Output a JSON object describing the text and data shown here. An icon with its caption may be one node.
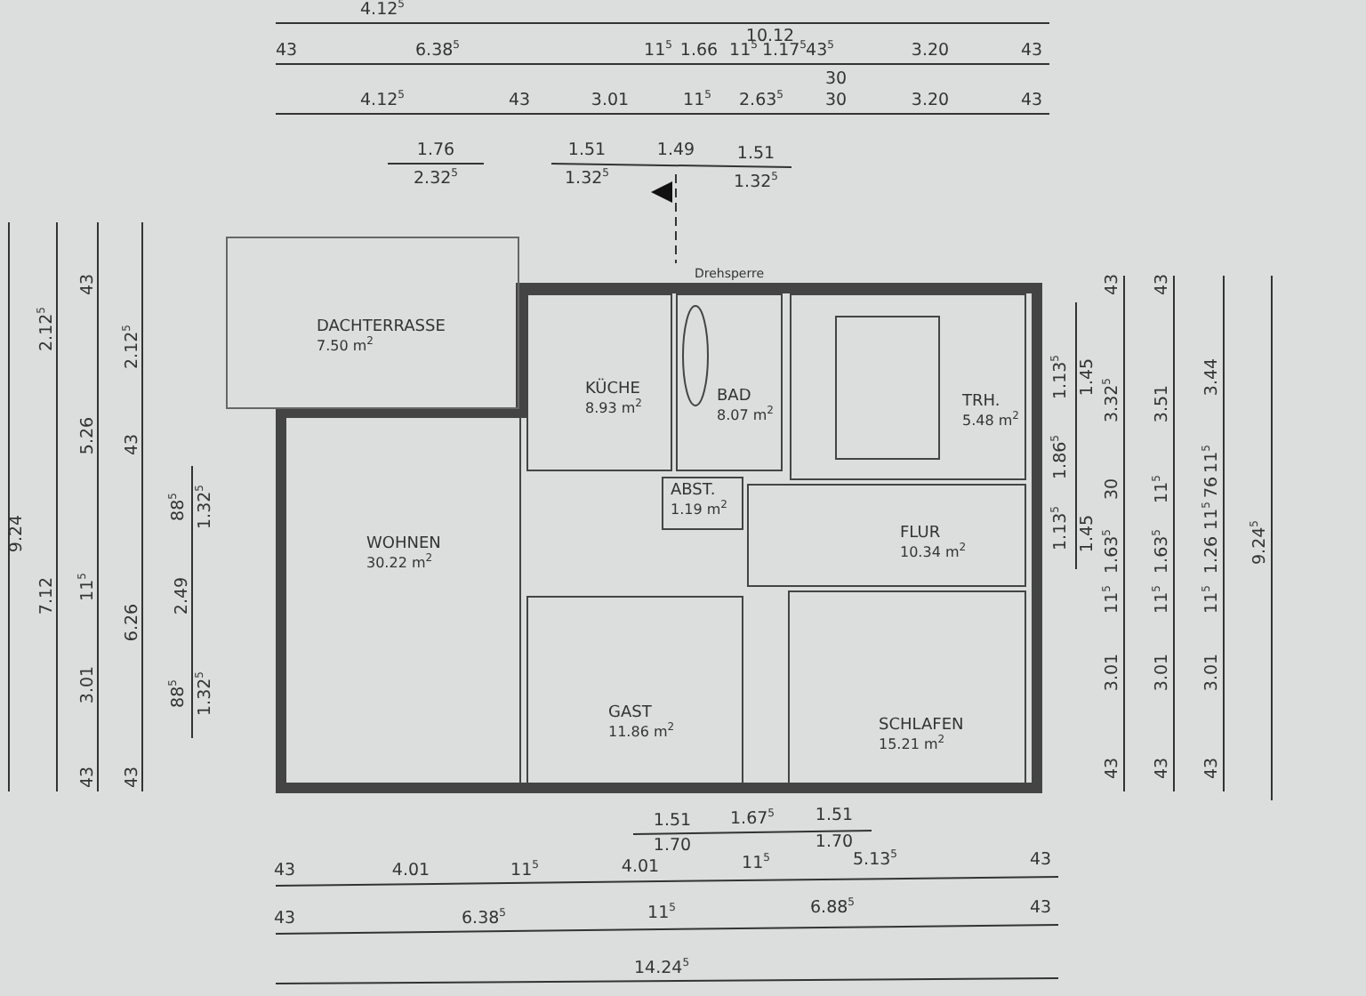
{
  "diagram": {
    "nodes": [
      {
        "text": [
          "DACHTERRASSE",
          "7.50 m$^{2}$"
        ]
      },
      {
        "text": [
          "KÜCHE",
          "8.93 m$^{2}$"
        ]
      },
      {
        "text": [
          "BAD",
          "8.07 m$^{2}$"
        ]
      },
      {
        "text": [
          "TRH.",
          "5.48 m$^{2}$"
        ]
      },
      {
        "text": [
          "WOHNEN",
          "30.22 m$^{2}$"
        ]
      },
      {
        "text": [
          "ABST.",
          "1.19 m$^{2}$"
        ]
      },
      {
        "text": [
          "FLUR",
          "10.34 m$^{2}$"
        ]
      },
      {
        "text": [
          "GAST",
          "11.86 m$^{2}$"
        ]
      },
      {
        "text": [
          "SCHLAFEN",
          "15.21 m$^{2}$"
        ]
      }
    ],
    "labels": [
      "4.12$^{5}$",
      "10.12",
      "43",
      "6.38$^{5}$",
      "11$^{5}$",
      "1.66",
      "11$^{5}$",
      "1.17$^{5}$",
      "43$^{5}$",
      "3.20",
      "43",
      "4.12$^{5}$",
      "43",
      "3.01",
      "11$^{5}$",
      "2.63$^{5}$",
      "30",
      "30",
      "3.20",
      "43",
      "1.76",
      "2.32$^{5}$",
      "1.51",
      "1.32$^{5}$",
      "1.49",
      "1.51",
      "1.32$^{5}$",
      "Drehsperre",
      "9.24",
      "2.12$^{5}$",
      "7.12",
      "43",
      "5.26",
      "11$^{5}$",
      "3.01",
      "43",
      "2.12$^{5}$",
      "43",
      "6.26",
      "43",
      "88$^{5}$",
      "1.32$^{5}$",
      "2.49",
      "88$^{5}$",
      "1.32$^{5}$",
      "1.13$^{5}$",
      "1.45",
      "1.86$^{5}$",
      "1.13$^{5}$",
      "1.45",
      "43",
      "3.32$^{5}$",
      "30",
      "1.63$^{5}$",
      "11$^{5}$",
      "3.01",
      "43",
      "43",
      "3.51",
      "11$^{5}$",
      "1.63$^{5}$",
      "11$^{5}$",
      "3.01",
      "43",
      "3.44",
      "11$^{5}$",
      "76",
      "11$^{5}$",
      "1.26",
      "11$^{5}$",
      "3.01",
      "43",
      "9.24$^{5}$",
      "1.51",
      "1.70",
      "1.67$^{5}$",
      "1.51",
      "1.70",
      "43",
      "4.01",
      "11$^{5}$",
      "4.01",
      "11$^{5}$",
      "5.13$^{5}$",
      "43",
      "43",
      "6.38$^{5}$",
      "11$^{5}$",
      "6.88$^{5}$",
      "43",
      "14.24$^{5}$"
    ]
  }
}
